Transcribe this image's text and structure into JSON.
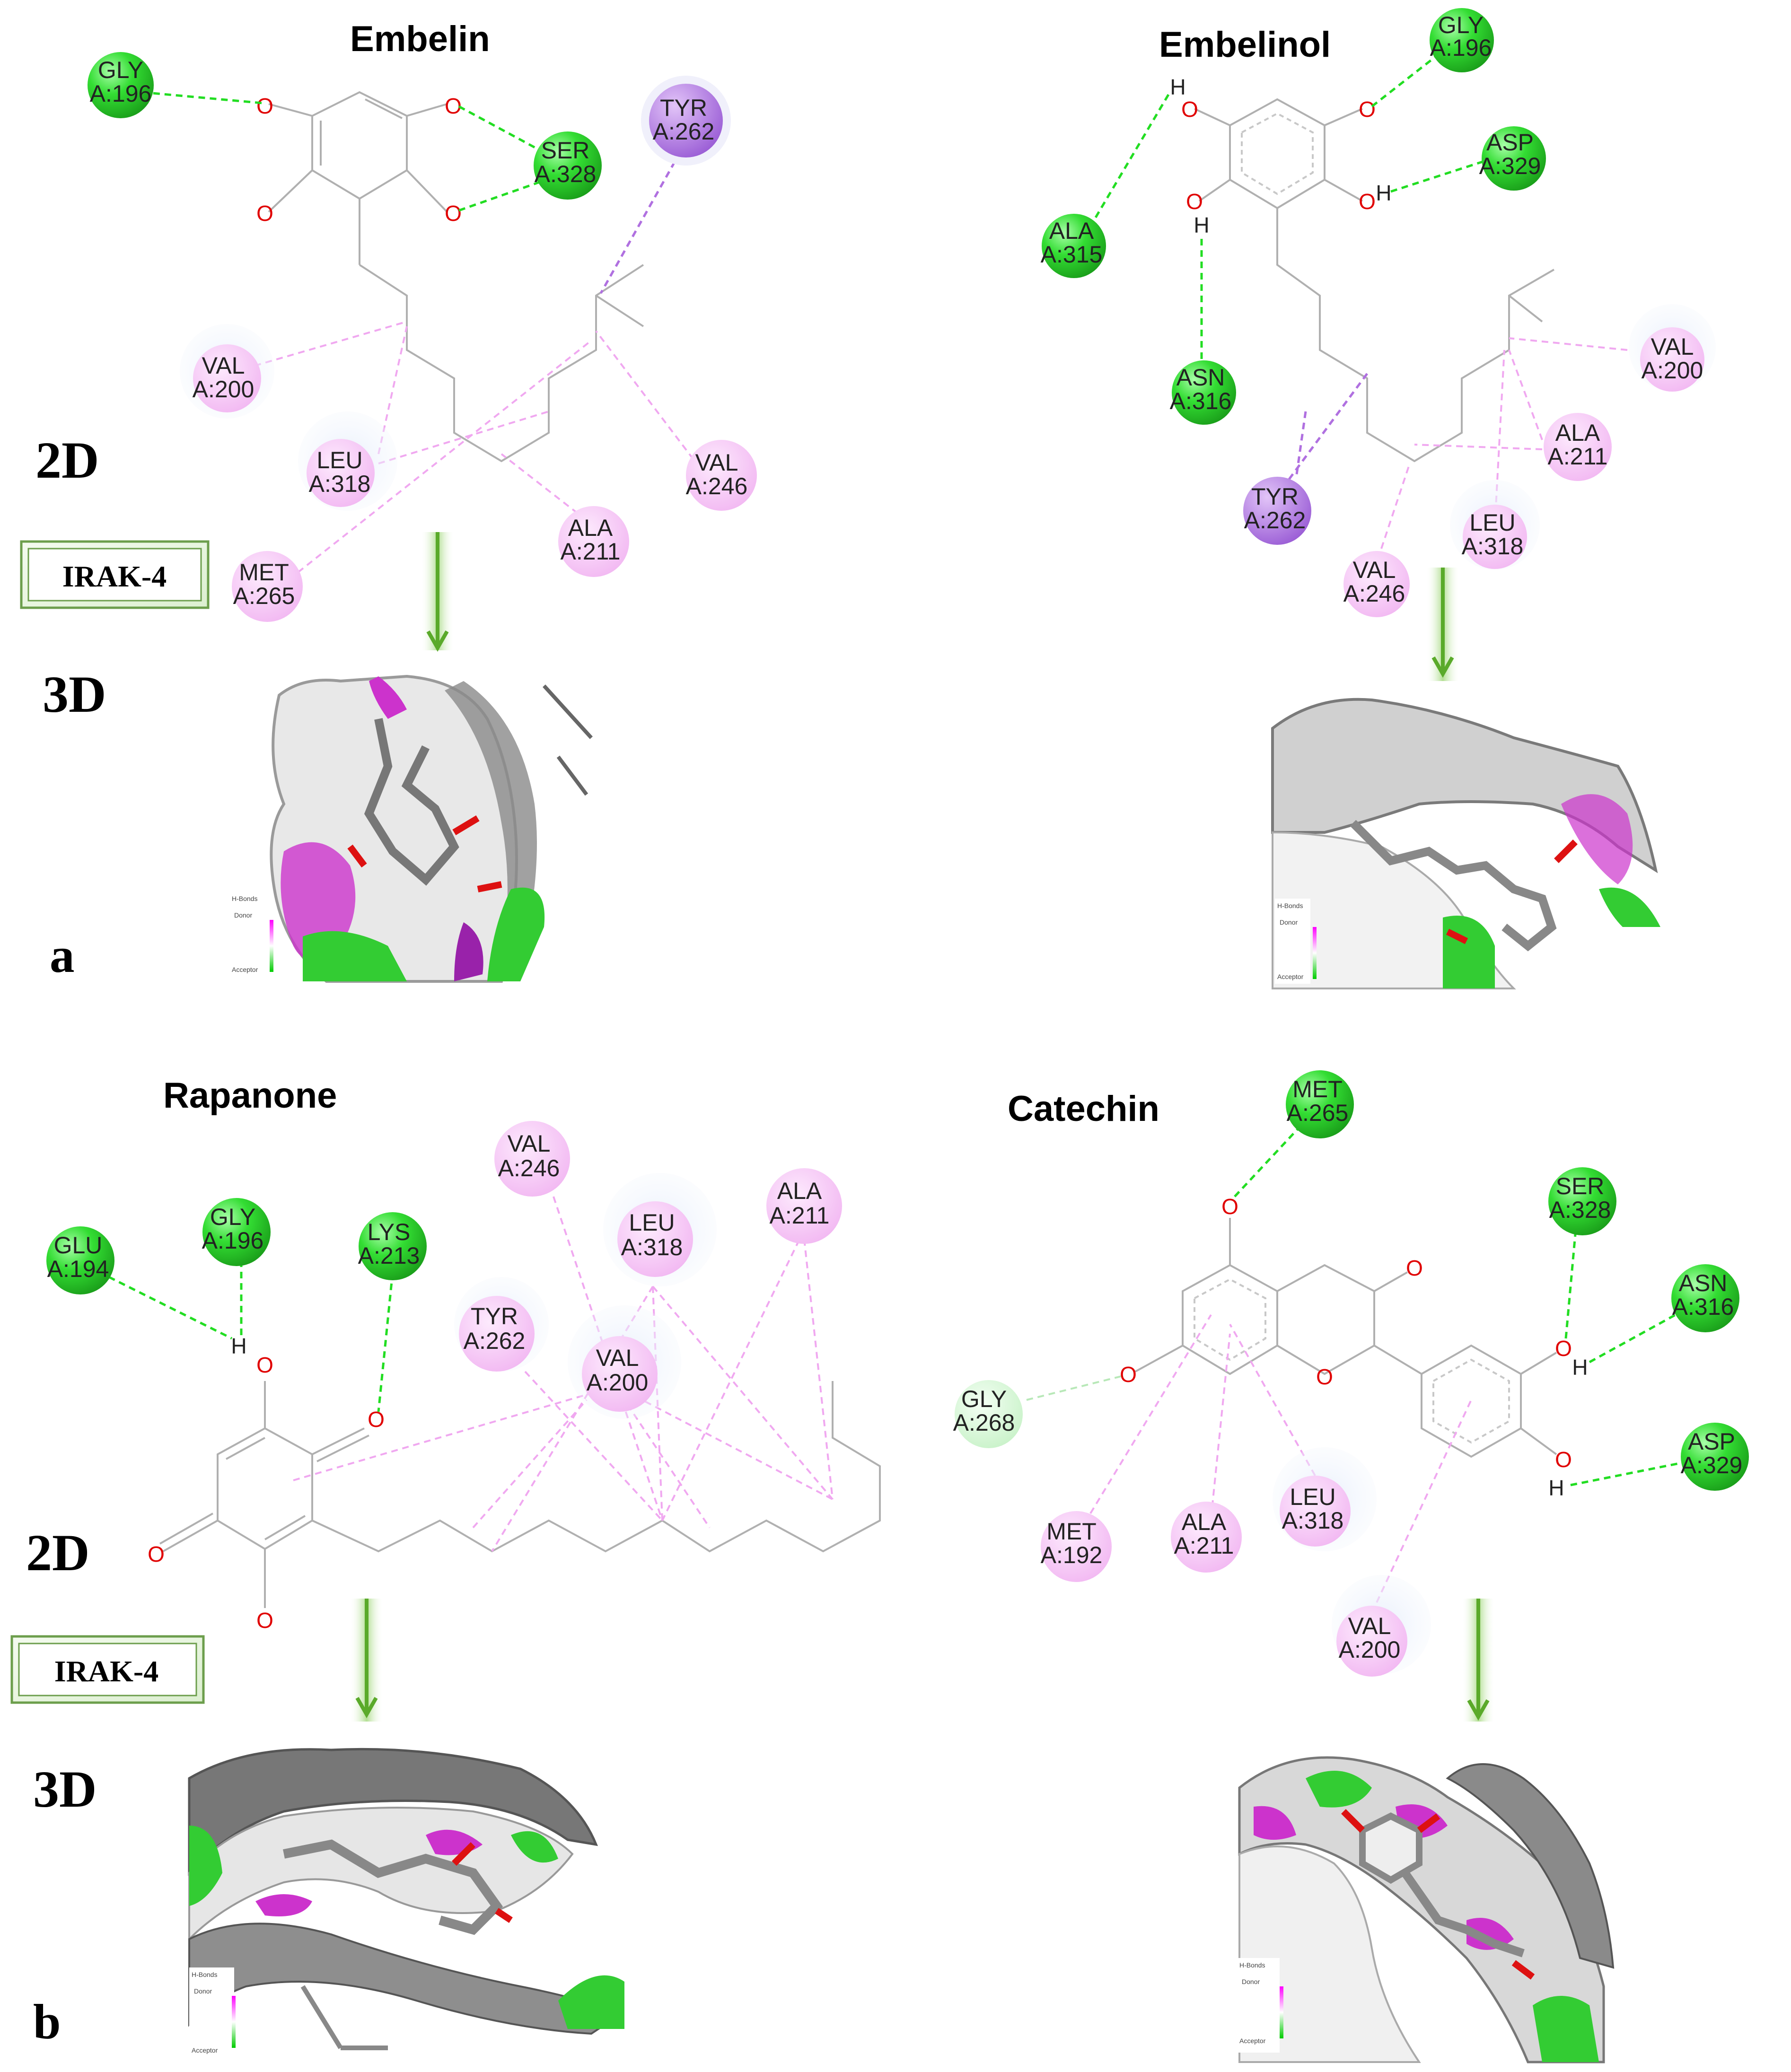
{
  "panels": {
    "a": {
      "label": "a",
      "protein": "IRAK-4",
      "left": {
        "compound": "Embelin",
        "residues": [
          {
            "name": "GLY",
            "id": "A:196",
            "type": "hbond"
          },
          {
            "name": "SER",
            "id": "A:328",
            "type": "hbond"
          },
          {
            "name": "TYR",
            "id": "A:262",
            "type": "pi-sigma"
          },
          {
            "name": "VAL",
            "id": "A:200",
            "type": "alkyl"
          },
          {
            "name": "LEU",
            "id": "A:318",
            "type": "alkyl"
          },
          {
            "name": "VAL",
            "id": "A:246",
            "type": "alkyl"
          },
          {
            "name": "ALA",
            "id": "A:211",
            "type": "alkyl"
          },
          {
            "name": "MET",
            "id": "A:265",
            "type": "alkyl"
          }
        ]
      },
      "right": {
        "compound": "Embelinol",
        "residues": [
          {
            "name": "GLY",
            "id": "A:196",
            "type": "hbond"
          },
          {
            "name": "ASP",
            "id": "A:329",
            "type": "hbond"
          },
          {
            "name": "ALA",
            "id": "A:315",
            "type": "hbond"
          },
          {
            "name": "ASN",
            "id": "A:316",
            "type": "hbond"
          },
          {
            "name": "VAL",
            "id": "A:200",
            "type": "alkyl"
          },
          {
            "name": "ALA",
            "id": "A:211",
            "type": "alkyl"
          },
          {
            "name": "TYR",
            "id": "A:262",
            "type": "pi-sigma"
          },
          {
            "name": "LEU",
            "id": "A:318",
            "type": "alkyl"
          },
          {
            "name": "VAL",
            "id": "A:246",
            "type": "alkyl"
          }
        ]
      }
    },
    "b": {
      "label": "b",
      "protein": "IRAK-4",
      "left": {
        "compound": "Rapanone",
        "residues": [
          {
            "name": "GLU",
            "id": "A:194",
            "type": "hbond"
          },
          {
            "name": "GLY",
            "id": "A:196",
            "type": "hbond"
          },
          {
            "name": "LYS",
            "id": "A:213",
            "type": "hbond"
          },
          {
            "name": "VAL",
            "id": "A:246",
            "type": "alkyl"
          },
          {
            "name": "LEU",
            "id": "A:318",
            "type": "alkyl"
          },
          {
            "name": "ALA",
            "id": "A:211",
            "type": "alkyl"
          },
          {
            "name": "TYR",
            "id": "A:262",
            "type": "alkyl"
          },
          {
            "name": "VAL",
            "id": "A:200",
            "type": "alkyl"
          }
        ]
      },
      "right": {
        "compound": "Catechin",
        "residues": [
          {
            "name": "MET",
            "id": "A:265",
            "type": "hbond"
          },
          {
            "name": "SER",
            "id": "A:328",
            "type": "hbond"
          },
          {
            "name": "ASN",
            "id": "A:316",
            "type": "hbond"
          },
          {
            "name": "ASP",
            "id": "A:329",
            "type": "hbond"
          },
          {
            "name": "GLY",
            "id": "A:268",
            "type": "carbon-hbond"
          },
          {
            "name": "MET",
            "id": "A:192",
            "type": "alkyl"
          },
          {
            "name": "ALA",
            "id": "A:211",
            "type": "alkyl"
          },
          {
            "name": "LEU",
            "id": "A:318",
            "type": "alkyl"
          },
          {
            "name": "VAL",
            "id": "A:200",
            "type": "alkyl"
          }
        ]
      }
    }
  },
  "labels": {
    "twoD": "2D",
    "threeD": "3D",
    "legend_title": "H-Bonds",
    "legend_donor": "Donor",
    "legend_acceptor": "Acceptor"
  },
  "colors": {
    "hbond": "#22cc22",
    "alkyl": "#f4b6f4",
    "pi_sigma": "#a060d8",
    "carbon_hbond": "#d8f5d8",
    "oxygen": "#e00000",
    "bond": "#b0b0b0"
  }
}
